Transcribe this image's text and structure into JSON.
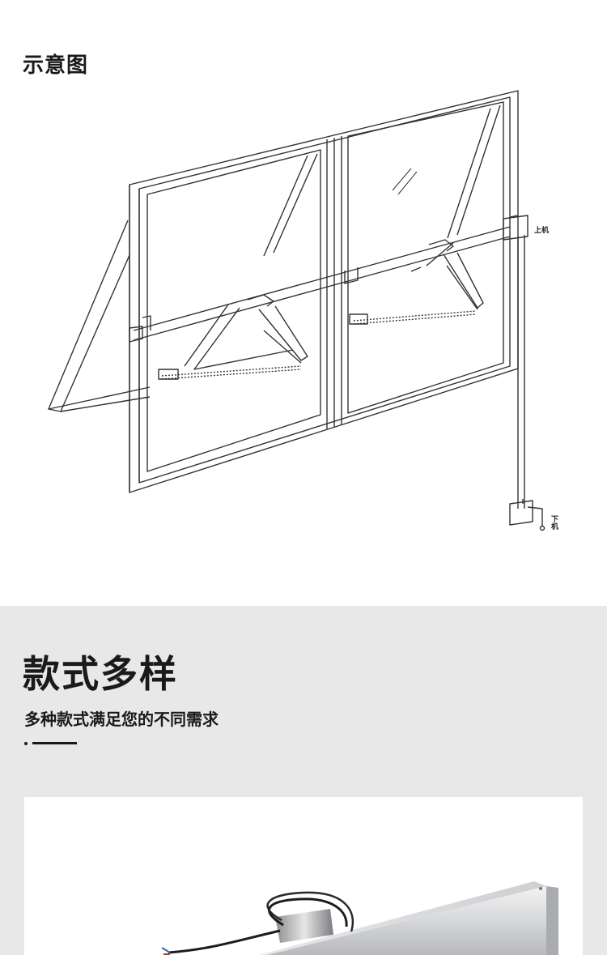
{
  "diagram": {
    "title": "示意图",
    "labels": {
      "upper_unit": "上机",
      "lower_unit": "下机"
    }
  },
  "features": {
    "heading": "款式多样",
    "subheading": "多种款式满足您的不同需求"
  }
}
